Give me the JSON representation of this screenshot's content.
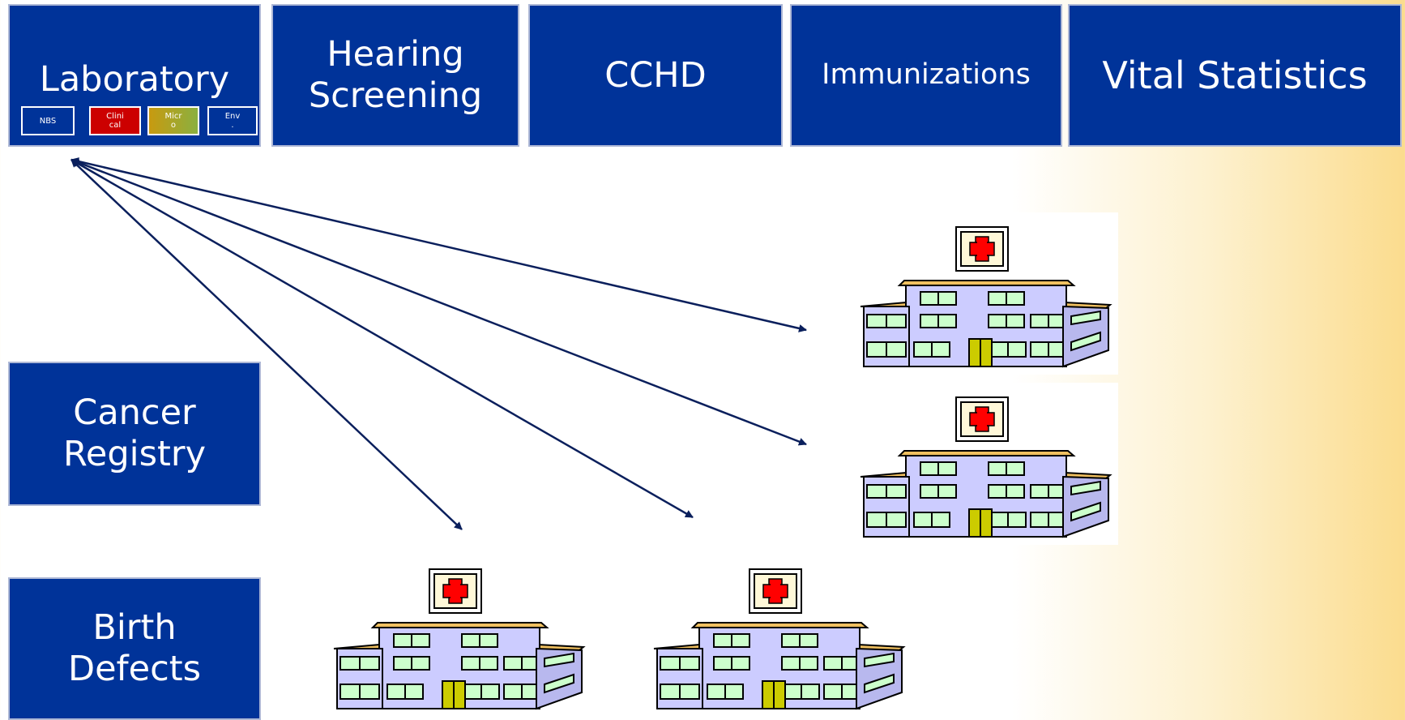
{
  "programs": {
    "laboratory": {
      "label": "Laboratory",
      "subprograms": [
        {
          "label": "NBS",
          "color": "#003399"
        },
        {
          "label": "Clini\ncal",
          "color": "#cc0000"
        },
        {
          "label": "Micr\no",
          "color": "#b8a000"
        },
        {
          "label": "Env\n.",
          "color": "#003399"
        }
      ]
    },
    "hearing_screening": {
      "label": "Hearing\nScreening"
    },
    "cchd": {
      "label": "CCHD"
    },
    "immunizations": {
      "label": "Immunizations"
    },
    "vital_statistics": {
      "label": "Vital Statistics"
    },
    "cancer_registry": {
      "label": "Cancer\nRegistry"
    },
    "birth_defects": {
      "label": "Birth\nDefects"
    }
  },
  "colors": {
    "box_fill": "#003399",
    "arrow": "#0a1f5c",
    "hospital_wall": "#ccccff",
    "hospital_roof": "#f0c060",
    "hospital_window": "#ccffcc",
    "hospital_cross": "#ff0000"
  },
  "hospitals": [
    {
      "id": "hospital-1",
      "icon": "hospital-icon"
    },
    {
      "id": "hospital-2",
      "icon": "hospital-icon"
    },
    {
      "id": "hospital-3",
      "icon": "hospital-icon"
    },
    {
      "id": "hospital-4",
      "icon": "hospital-icon"
    }
  ],
  "connections": [
    {
      "from": "laboratory",
      "to": "hospital-1",
      "bidirectional": true
    },
    {
      "from": "laboratory",
      "to": "hospital-2",
      "bidirectional": true
    },
    {
      "from": "laboratory",
      "to": "hospital-3",
      "bidirectional": true
    },
    {
      "from": "laboratory",
      "to": "hospital-4",
      "bidirectional": true
    }
  ]
}
